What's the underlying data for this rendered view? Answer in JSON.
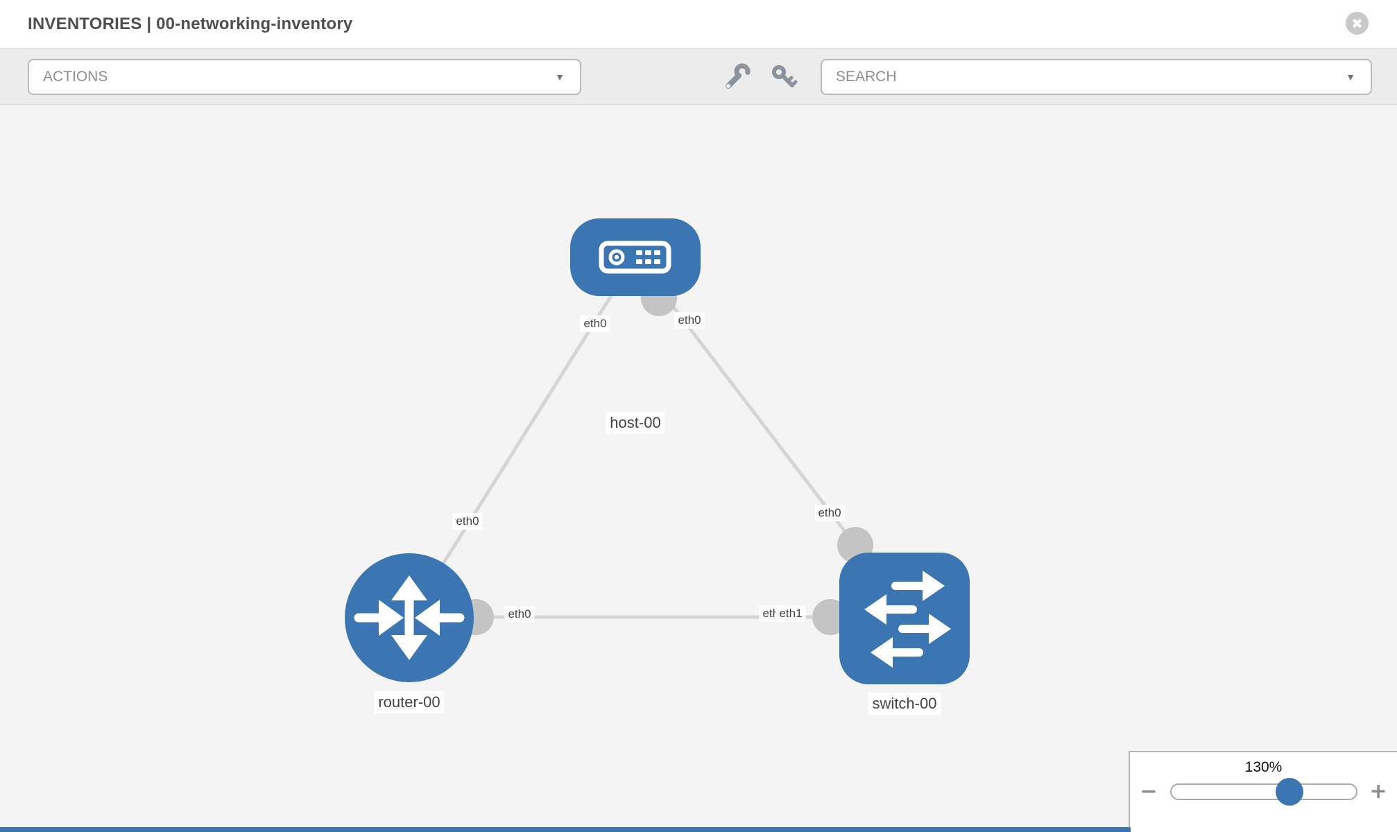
{
  "header": {
    "title": "INVENTORIES | 00-networking-inventory",
    "close_glyph": "✖"
  },
  "toolbar": {
    "actions_label": "ACTIONS",
    "search_placeholder": "SEARCH",
    "caret_glyph": "▼"
  },
  "topology": {
    "nodes": [
      {
        "id": "host-00",
        "label": "host-00",
        "type": "host"
      },
      {
        "id": "router-00",
        "label": "router-00",
        "type": "router"
      },
      {
        "id": "switch-00",
        "label": "switch-00",
        "type": "switch"
      }
    ],
    "links": [
      {
        "from": "router-00",
        "to": "host-00",
        "from_interface": "eth0",
        "to_interface": "eth0"
      },
      {
        "from": "switch-00",
        "to": "host-00",
        "from_interface": "eth0",
        "to_interface": "eth0"
      },
      {
        "from": "router-00",
        "to": "switch-00",
        "from_interface": "eth0",
        "to_interface": "eth1"
      }
    ],
    "interface_labels": [
      {
        "text": "eth0"
      },
      {
        "text": "eth0"
      },
      {
        "text": "eth0"
      },
      {
        "text": "eth0"
      },
      {
        "text": "eth0"
      },
      {
        "text": "eth0"
      },
      {
        "text": "eth1"
      }
    ]
  },
  "zoom_control": {
    "level": "130%",
    "minus_glyph": "−",
    "plus_glyph": "+"
  },
  "colors": {
    "node_blue": "#3b76b2",
    "link_gray": "#d5d5d5",
    "port_gray": "#c4c4c4",
    "canvas_bg": "#f4f4f4"
  }
}
